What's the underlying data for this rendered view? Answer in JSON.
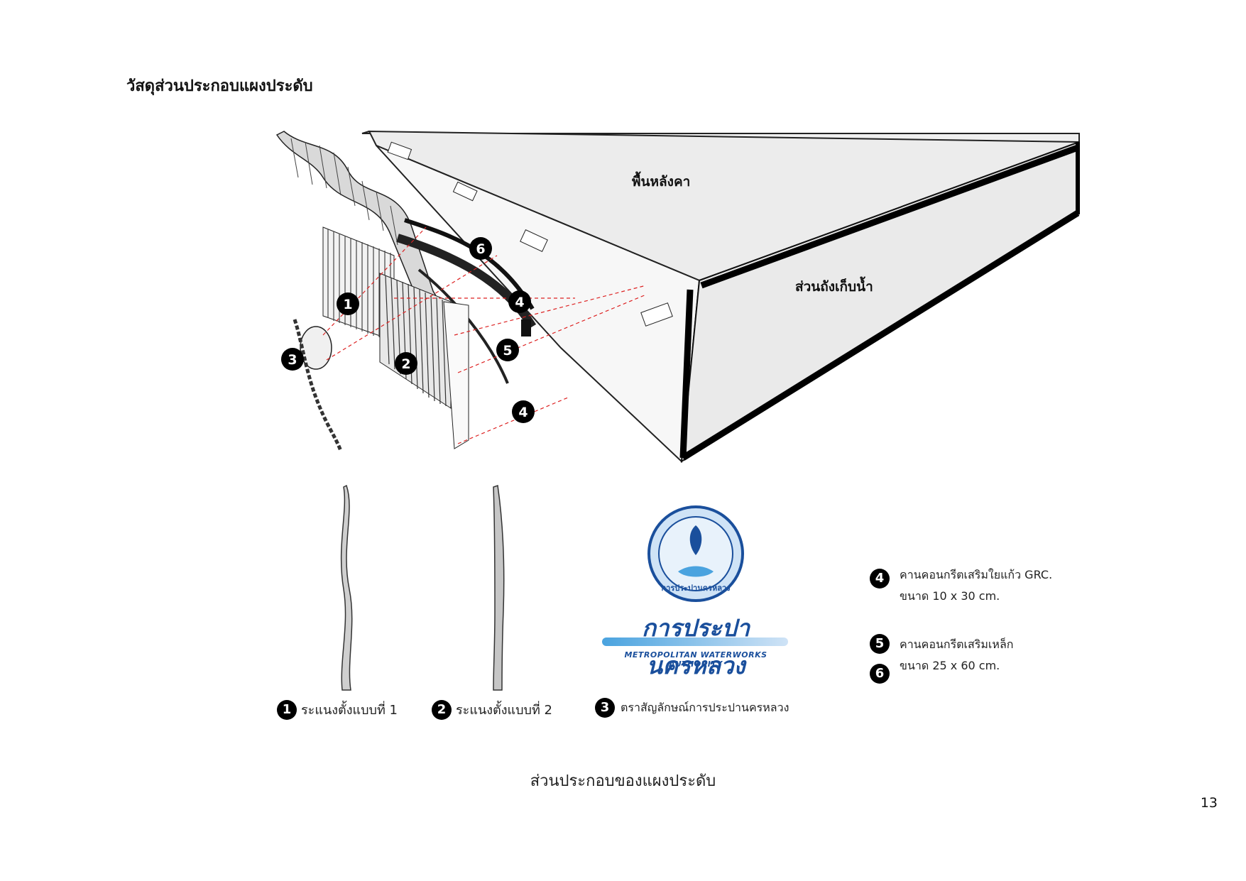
{
  "heading": "วัสดุส่วนประกอบแผงประดับ",
  "caption": "ส่วนประกอบของแผงประดับ",
  "page_number": "13",
  "diagram": {
    "roof_label": "พื้นหลังคา",
    "tank_label": "ส่วนถังเก็บน้ำ",
    "markers": [
      "1",
      "2",
      "3",
      "4",
      "5",
      "6",
      "4"
    ]
  },
  "legend": {
    "fin1": {
      "num": "1",
      "text": "ระแนงตั้งแบบที่ 1"
    },
    "fin2": {
      "num": "2",
      "text": "ระแนงตั้งแบบที่ 2"
    },
    "emblem": {
      "num": "3",
      "text": "ตราสัญลักษณ์การประปานครหลวง"
    },
    "beam_grc": {
      "num": "4",
      "line1": "คานคอนกรีตเสริมใยแก้ว GRC.",
      "line2": "ขนาด 10 x 30 cm."
    },
    "beam_steel": {
      "num5": "5",
      "num6": "6",
      "line1": "คานคอนกรีตเสริมเหล็ก",
      "line2": "ขนาด 25 x 60 cm."
    }
  },
  "logo": {
    "thai_name": "การประปานครหลวง",
    "english_name": "METROPOLITAN WATERWORKS AUTHORITY",
    "seal_text": "การประปานครหลวง",
    "brand_color": "#1a4f9c",
    "accent_color": "#4aa3df"
  }
}
